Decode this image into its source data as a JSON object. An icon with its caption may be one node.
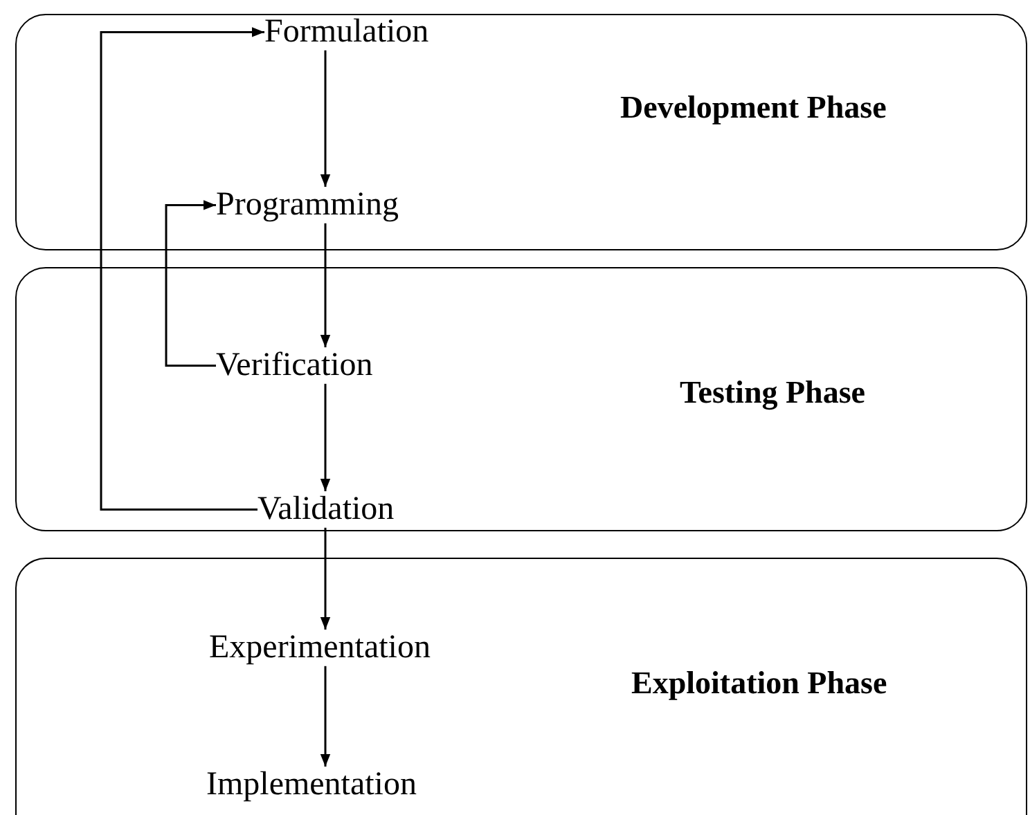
{
  "diagram": {
    "nodes": [
      {
        "text": [
          "Development Phase"
        ]
      },
      {
        "text": [
          "Formulation"
        ],
        "in": 0
      },
      {
        "text": [
          "Programming"
        ],
        "in": 0
      },
      {
        "text": [
          "Testing Phase"
        ]
      },
      {
        "text": [
          "Verification"
        ],
        "in": 3
      },
      {
        "text": [
          "Validation"
        ],
        "in": 3
      },
      {
        "text": [
          "Exploitation Phase"
        ]
      },
      {
        "text": [
          "Experimentation"
        ],
        "in": 6
      },
      {
        "text": [
          "Implementation"
        ],
        "in": 6
      }
    ],
    "edges": [
      {
        "from": 1,
        "to": 2,
        "arrow": "to"
      },
      {
        "from": 2,
        "to": 4,
        "arrow": "to"
      },
      {
        "from": 4,
        "to": 5,
        "arrow": "to"
      },
      {
        "from": 5,
        "to": 7,
        "arrow": "to"
      },
      {
        "from": 7,
        "to": 8,
        "arrow": "to"
      },
      {
        "from": 4,
        "to": 2,
        "arrow": "to"
      },
      {
        "from": 5,
        "to": 1,
        "arrow": "to"
      }
    ]
  }
}
